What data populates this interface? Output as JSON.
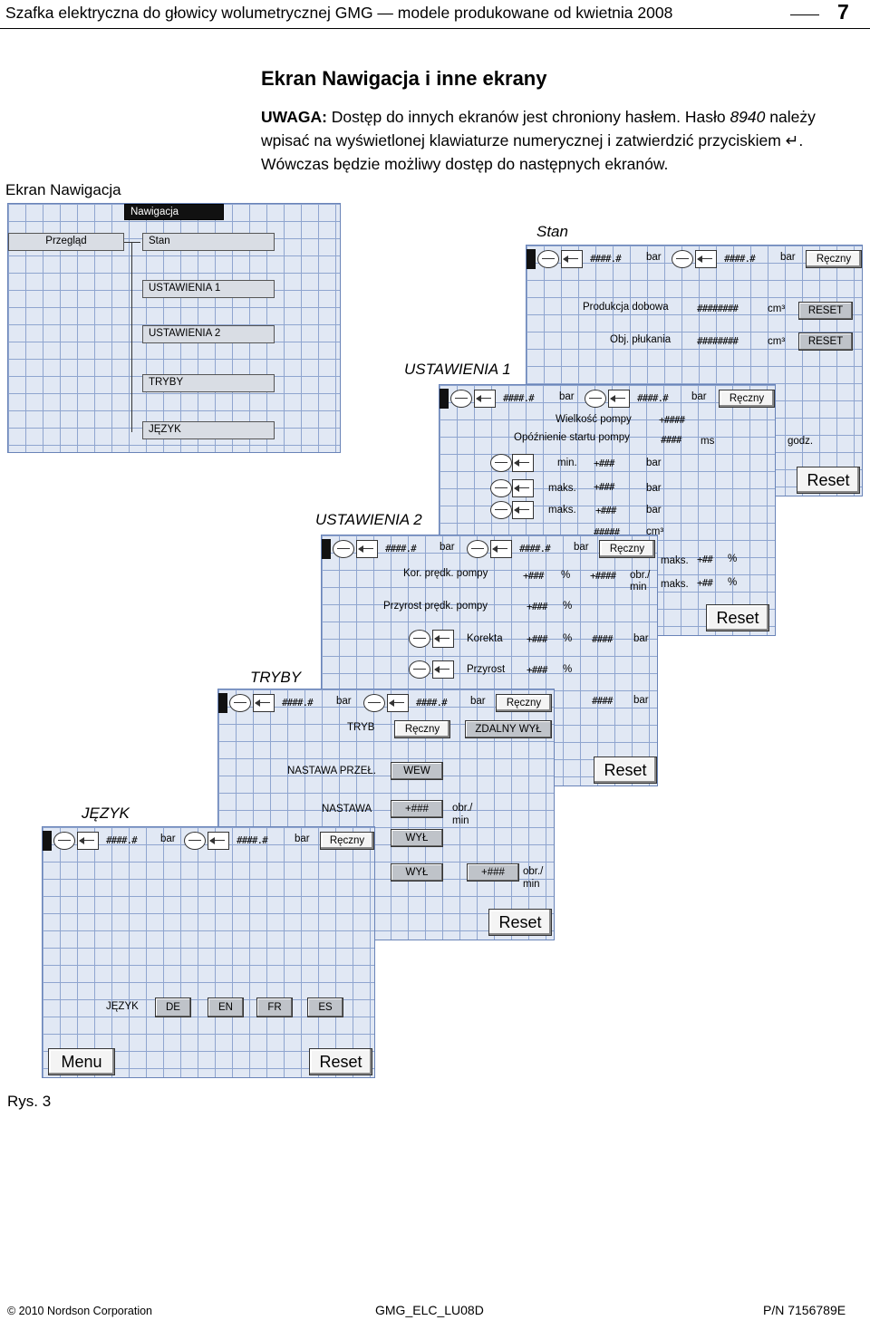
{
  "header": {
    "title": "Szafka elektryczna do głowicy wolumetrycznej GMG — modele produkowane od kwietnia 2008",
    "page_number": "7"
  },
  "section_title": "Ekran Nawigacja i inne ekrany",
  "note": {
    "label": "UWAGA:",
    "text_before": " Dostęp do innych ekranów jest chroniony hasłem. Hasło ",
    "password": "8940",
    "text_after": " należy wpisać na wyświetlonej klawiaturze numerycznej i zatwierdzić przyciskiem ",
    "enter_symbol": "↵",
    "text_end": ". Wówczas będzie możliwy dostęp do następnych ekranów."
  },
  "captions": {
    "navigation": "Ekran Nawigacja",
    "stan": "Stan",
    "ustawienia1": "USTAWIENIA 1",
    "ustawienia2": "USTAWIENIA 2",
    "tryby": "TRYBY",
    "jezyk": "JĘZYK",
    "figure": "Rys. 3"
  },
  "nav_screen": {
    "title": "Nawigacja",
    "overview": "Przegląd",
    "items": [
      "Stan",
      "USTAWIENIA 1",
      "USTAWIENIA 2",
      "TRYBY",
      "JĘZYK"
    ]
  },
  "common": {
    "hash4": "####.#",
    "bar_unit": "bar",
    "manual": "Ręczny",
    "reset": "Reset",
    "reset_caps": "RESET"
  },
  "stan_screen": {
    "daily_production": "Produkcja dobowa",
    "daily_value": "########",
    "daily_unit": "cm³",
    "flush_volume": "Obj. płukania",
    "flush_value": "########",
    "flush_unit": "cm³",
    "hours_unit": "godz."
  },
  "ust1_screen": {
    "pump_size": "Wielkość pompy",
    "pump_size_value": "+####",
    "pump_delay": "Opóźnienie startu pompy",
    "pump_delay_value": "####",
    "ms_unit": "ms",
    "min_label": "min.",
    "max_label": "maks.",
    "max2_label": "maks.",
    "value3": "+###",
    "extra_value": "#####",
    "extra_unit": "cm³",
    "right_max1": "maks.",
    "right_max2": "maks.",
    "right_value": "+##",
    "percent": "%"
  },
  "ust2_screen": {
    "speed_correction": "Kor. prędk. pompy",
    "speed_corr_value": "+###",
    "rpm_value": "+####",
    "rpm_unit": "obr./ min",
    "speed_increase": "Przyrost prędk. pompy",
    "speed_inc_value": "+###",
    "correction": "Korekta",
    "corr_value": "+###",
    "corr_bar": "####",
    "increase": "Przyrost",
    "inc_value": "+###",
    "bottom_bar": "####"
  },
  "tryby_screen": {
    "mode": "TRYB",
    "mode_value": "Ręczny",
    "remote": "ZDALNY WYŁ",
    "setting_switch": "NASTAWA PRZEŁ.",
    "setting_switch_value": "WEW",
    "setting": "NASTAWA",
    "setting_value": "+###",
    "setting_unit": "obr./ min",
    "off1": "WYŁ",
    "off2": "WYŁ",
    "off2_value": "+###",
    "off2_unit": "obr./ min"
  },
  "jezyk_screen": {
    "language_label": "JĘZYK",
    "languages": [
      "DE",
      "EN",
      "FR",
      "ES"
    ],
    "menu": "Menu",
    "reset": "Reset"
  },
  "footer": {
    "copyright": "© 2010 Nordson Corporation",
    "doc_code": "GMG_ELC_LU08D",
    "part_number": "P/N 7156789E"
  }
}
